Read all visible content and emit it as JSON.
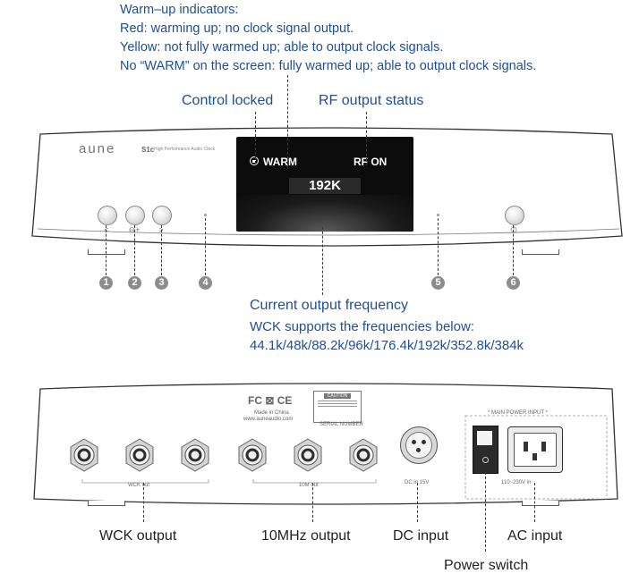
{
  "warmup": {
    "title": "Warm–up indicators:",
    "red": "Red: warming up; no clock signal output.",
    "yellow": "Yellow: not fully warmed up; able to output clock signals.",
    "none": "No “WARM” on the screen: fully warmed up; able to output clock signals."
  },
  "labels": {
    "control_locked": "Control locked",
    "rf_output_status": "RF output status",
    "current_output_frequency": "Current output frequency",
    "wck_supports": "WCK supports the frequencies below:",
    "frequencies": "44.1k/48k/88.2k/96k/176.4k/192k/352.8k/384k"
  },
  "front_panel": {
    "brand": "aune",
    "model": "S1c",
    "model_desc": "High Performance Audio Clock",
    "screen": {
      "warm": "WARM",
      "rf": "RF ON",
      "freq": "192K"
    },
    "button_symbols": [
      "<",
      "⊖+",
      ">"
    ],
    "numbers": [
      "1",
      "2",
      "3",
      "4",
      "5",
      "6"
    ]
  },
  "rear_panel": {
    "cert": "FC ⊠ CE",
    "made_in": "Made in China",
    "website": "www.auneaudio.com",
    "caution": "CAUTION",
    "serial": "SERIAL NUMBER",
    "wck_out": "WCK out",
    "mhz_out": "10M out",
    "dc_in": "DC in 15V",
    "main_power": "* MAIN POWER INPUT *",
    "ac_range": "110~230V in"
  },
  "bottom_labels": {
    "wck_output": "WCK output",
    "mhz_output": "10MHz output",
    "dc_input": "DC input",
    "ac_input": "AC input",
    "power_switch": "Power switch"
  },
  "colors": {
    "accent": "#1e4f96",
    "badge": "#8c8c8c",
    "line": "#3a3a3a"
  }
}
